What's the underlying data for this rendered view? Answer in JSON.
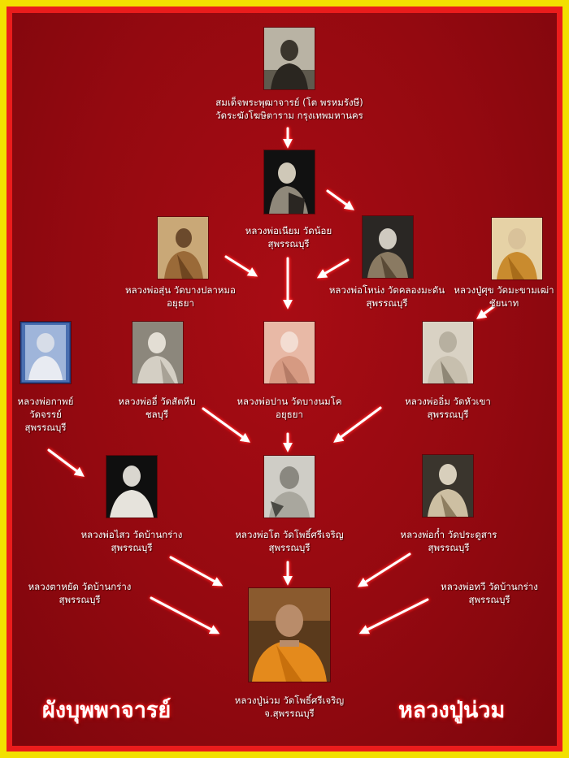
{
  "colors": {
    "outer_border": "#f2e000",
    "inner_border": "#ea1c1c",
    "background": "#940910",
    "text": "#ffffff",
    "arrow": "#ffffff",
    "arrow_glow": "#ff3030"
  },
  "titles": {
    "left": "ผังบุพพาจารย์",
    "right": "หลวงปู่น่วม"
  },
  "nodes": {
    "somdet": {
      "line1": "สมเด็จพระพุฒาจารย์ (โต พรหมรังษี)",
      "line2": "วัดระฆังโฆษิตาราม  กรุงเทพมหานคร"
    },
    "niam": {
      "line1": "หลวงพ่อเนียม วัดน้อย",
      "line2": "สุพรรณบุรี"
    },
    "sun": {
      "line1": "หลวงพ่อสุ่น วัดบางปลาหมอ",
      "line2": "อยุธยา"
    },
    "nong": {
      "line1": "หลวงพ่อโหน่ง วัดคลองมะดัน",
      "line2": "สุพรรณบุรี"
    },
    "suk": {
      "line1": "หลวงปู่ศุข วัดมะขามเฒ่า",
      "line2": "ชัยนาท"
    },
    "kap": {
      "line1": "หลวงพ่อกาพย์",
      "line2": "วัดจรรย์",
      "line3": "สุพรรณบุรี"
    },
    "ee": {
      "line1": "หลวงพ่ออี่ วัดสัตหีบ",
      "line2": "ชลบุรี"
    },
    "parn": {
      "line1": "หลวงพ่อปาน วัดบางนมโค",
      "line2": "อยุธยา"
    },
    "im": {
      "line1": "หลวงพ่ออิ่ม วัดหัวเขา",
      "line2": "สุพรรณบุรี"
    },
    "sao": {
      "line1": "หลวงพ่อไสว วัดบ้านกร่าง",
      "line2": "สุพรรณบุรี"
    },
    "to": {
      "line1": "หลวงพ่อโต วัดโพธิ์ศรีเจริญ",
      "line2": "สุพรรณบุรี"
    },
    "kam": {
      "line1": "หลวงพ่อก๋ำ วัดประดูสาร",
      "line2": "สุพรรณบุรี"
    },
    "tayat": {
      "line1": "หลวงตาหยัด วัดบ้านกร่าง",
      "line2": "สุพรรณบุรี"
    },
    "thawi": {
      "line1": "หลวงพ่อทวี วัดบ้านกร่าง",
      "line2": "สุพรรณบุรี"
    },
    "nuam": {
      "line1": "หลวงปู่น่วม วัดโพธิ์ศรีเจริญ",
      "line2": "จ.สุพรรณบุรี"
    }
  }
}
